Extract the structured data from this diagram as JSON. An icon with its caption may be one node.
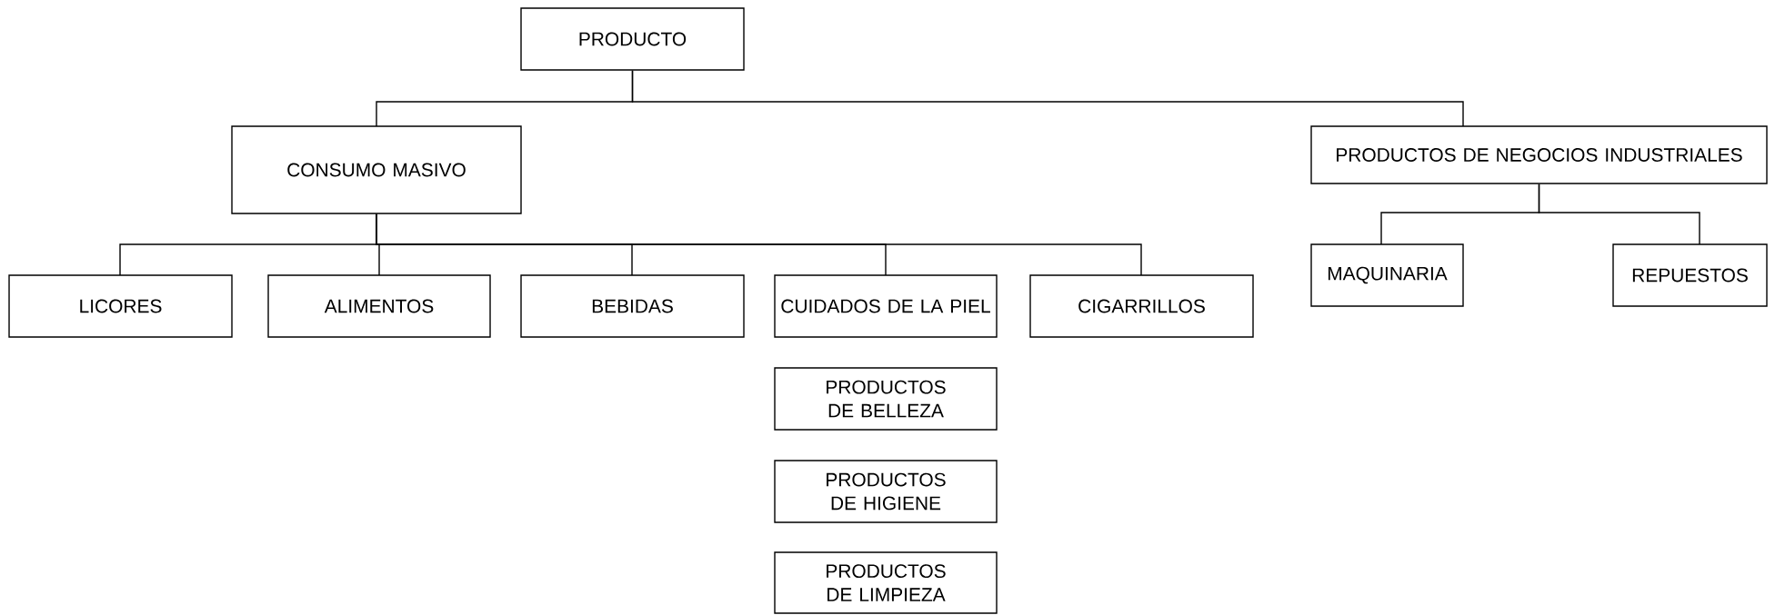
{
  "diagram": {
    "nodes": [
      {
        "text": [
          "PRODUCTO"
        ]
      },
      {
        "text": [
          "CONSUMO MASIVO"
        ]
      },
      {
        "text": [
          "PRODUCTOS DE NEGOCIOS INDUSTRIALES"
        ]
      },
      {
        "text": [
          "LICORES"
        ]
      },
      {
        "text": [
          "ALIMENTOS"
        ]
      },
      {
        "text": [
          "BEBIDAS"
        ]
      },
      {
        "text": [
          "CUIDADOS DE LA PIEL"
        ]
      },
      {
        "text": [
          "CIGARRILLOS"
        ]
      },
      {
        "text": [
          "MAQUINARIA"
        ]
      },
      {
        "text": [
          "REPUESTOS"
        ]
      },
      {
        "text": [
          "PRODUCTOS DE BELLEZA"
        ]
      },
      {
        "text": [
          "PRODUCTOS DE HIGIENE"
        ]
      },
      {
        "text": [
          "PRODUCTOS DE LIMPIEZA"
        ]
      }
    ],
    "edges": [
      {
        "from": 0,
        "to": 1,
        "arrow": "none"
      },
      {
        "from": 0,
        "to": 2,
        "arrow": "none"
      },
      {
        "from": 1,
        "to": 3,
        "arrow": "none"
      },
      {
        "from": 1,
        "to": 4,
        "arrow": "none"
      },
      {
        "from": 1,
        "to": 5,
        "arrow": "none"
      },
      {
        "from": 1,
        "to": 6,
        "arrow": "none"
      },
      {
        "from": 1,
        "to": 7,
        "arrow": "none"
      },
      {
        "from": 2,
        "to": 8,
        "arrow": "none"
      },
      {
        "from": 2,
        "to": 9,
        "arrow": "none"
      }
    ]
  }
}
